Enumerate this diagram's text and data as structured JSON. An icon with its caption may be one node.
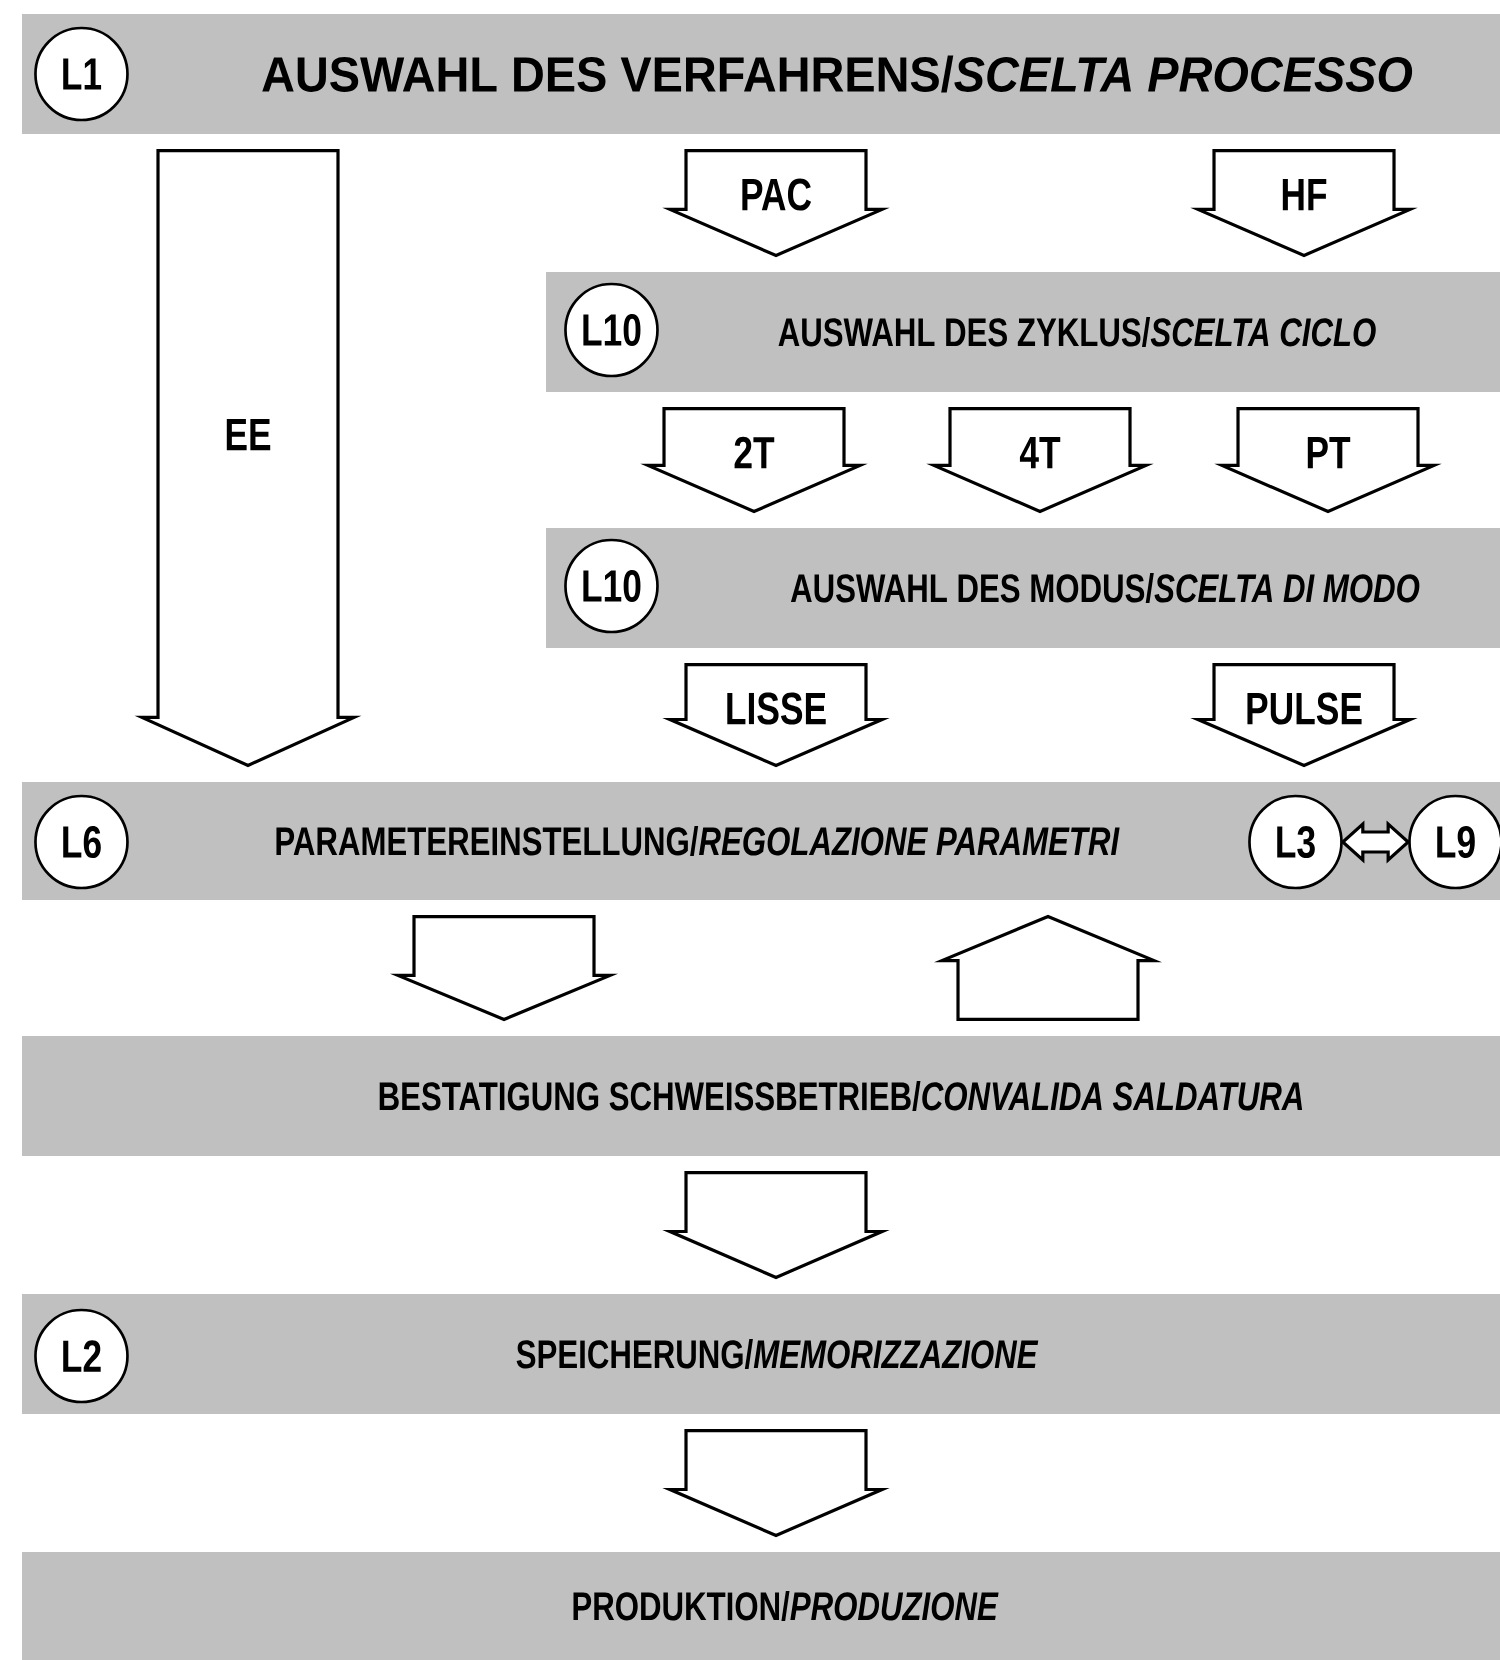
{
  "diagram": {
    "nodes": [
      {
        "text": [
          "AUSWAHL DES VERFAHRENS/*SCELTA PROCESSO*"
        ]
      },
      {
        "text": [
          "L1"
        ],
        "in": 0
      },
      {
        "text": [
          "AUSWAHL DES ZYKLUS/*SCELTA CICLO*"
        ]
      },
      {
        "text": [
          "L10"
        ],
        "in": 2
      },
      {
        "text": [
          "AUSWAHL DES MODUS/*SCELTA DI MODO*"
        ]
      },
      {
        "text": [
          "L10"
        ],
        "in": 4
      },
      {
        "text": [
          "PARAMETEREINSTELLUNG/*REGOLAZIONE PARAMETRI*"
        ]
      },
      {
        "text": [
          "L6"
        ],
        "in": 6
      },
      {
        "text": [
          "L3"
        ],
        "in": 6
      },
      {
        "text": [
          "L9"
        ],
        "in": 6
      },
      {
        "text": [
          "BESTATIGUNG SCHWEISSBETRIEB/*CONVALIDA SALDATURA*"
        ]
      },
      {
        "text": [
          "SPEICHERUNG/*MEMORIZZAZIONE*"
        ]
      },
      {
        "text": [
          "L2"
        ],
        "in": 11
      },
      {
        "text": [
          "PRODUKTION/*PRODUZIONE*"
        ]
      }
    ],
    "edges": [
      {
        "from": 0,
        "to": 6,
        "arrow": "to",
        "label": "EE"
      },
      {
        "from": 0,
        "to": 2,
        "arrow": "to",
        "label": "PAC"
      },
      {
        "from": 0,
        "to": 2,
        "arrow": "to",
        "label": "HF"
      },
      {
        "from": 2,
        "to": 4,
        "arrow": "to",
        "label": "2T"
      },
      {
        "from": 2,
        "to": 4,
        "arrow": "to",
        "label": "4T"
      },
      {
        "from": 2,
        "to": 4,
        "arrow": "to",
        "label": "PT"
      },
      {
        "from": 4,
        "to": 6,
        "arrow": "to",
        "label": "LISSE"
      },
      {
        "from": 4,
        "to": 6,
        "arrow": "to",
        "label": "PULSE"
      },
      {
        "from": 8,
        "to": 9,
        "arrow": "both"
      },
      {
        "from": 6,
        "to": 10,
        "arrow": "to"
      },
      {
        "from": 10,
        "to": 6,
        "arrow": "to"
      },
      {
        "from": 10,
        "to": 11,
        "arrow": "to"
      },
      {
        "from": 11,
        "to": 13,
        "arrow": "to"
      }
    ]
  }
}
